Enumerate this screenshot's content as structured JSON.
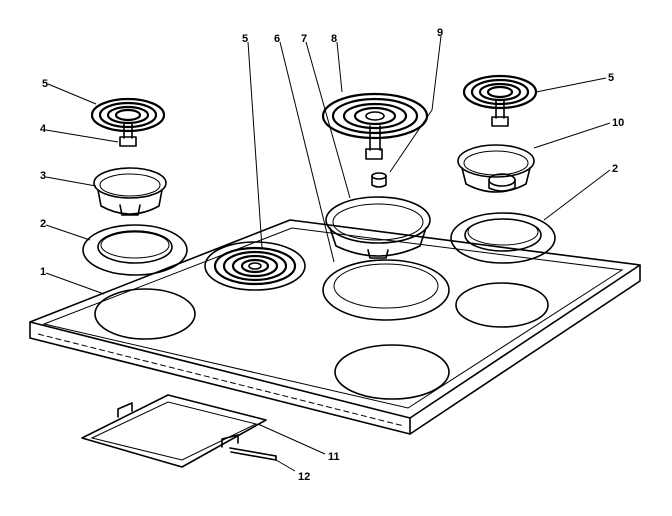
{
  "callouts": {
    "c1": "1",
    "c2_left": "2",
    "c2_right": "2",
    "c3": "3",
    "c4": "4",
    "c5_left": "5",
    "c5_center": "5",
    "c5_right": "5",
    "c6": "6",
    "c7": "7",
    "c8": "8",
    "c9": "9",
    "c10": "10",
    "c11": "11",
    "c12": "12"
  },
  "colors": {
    "line": "#000000",
    "background": "#ffffff"
  }
}
